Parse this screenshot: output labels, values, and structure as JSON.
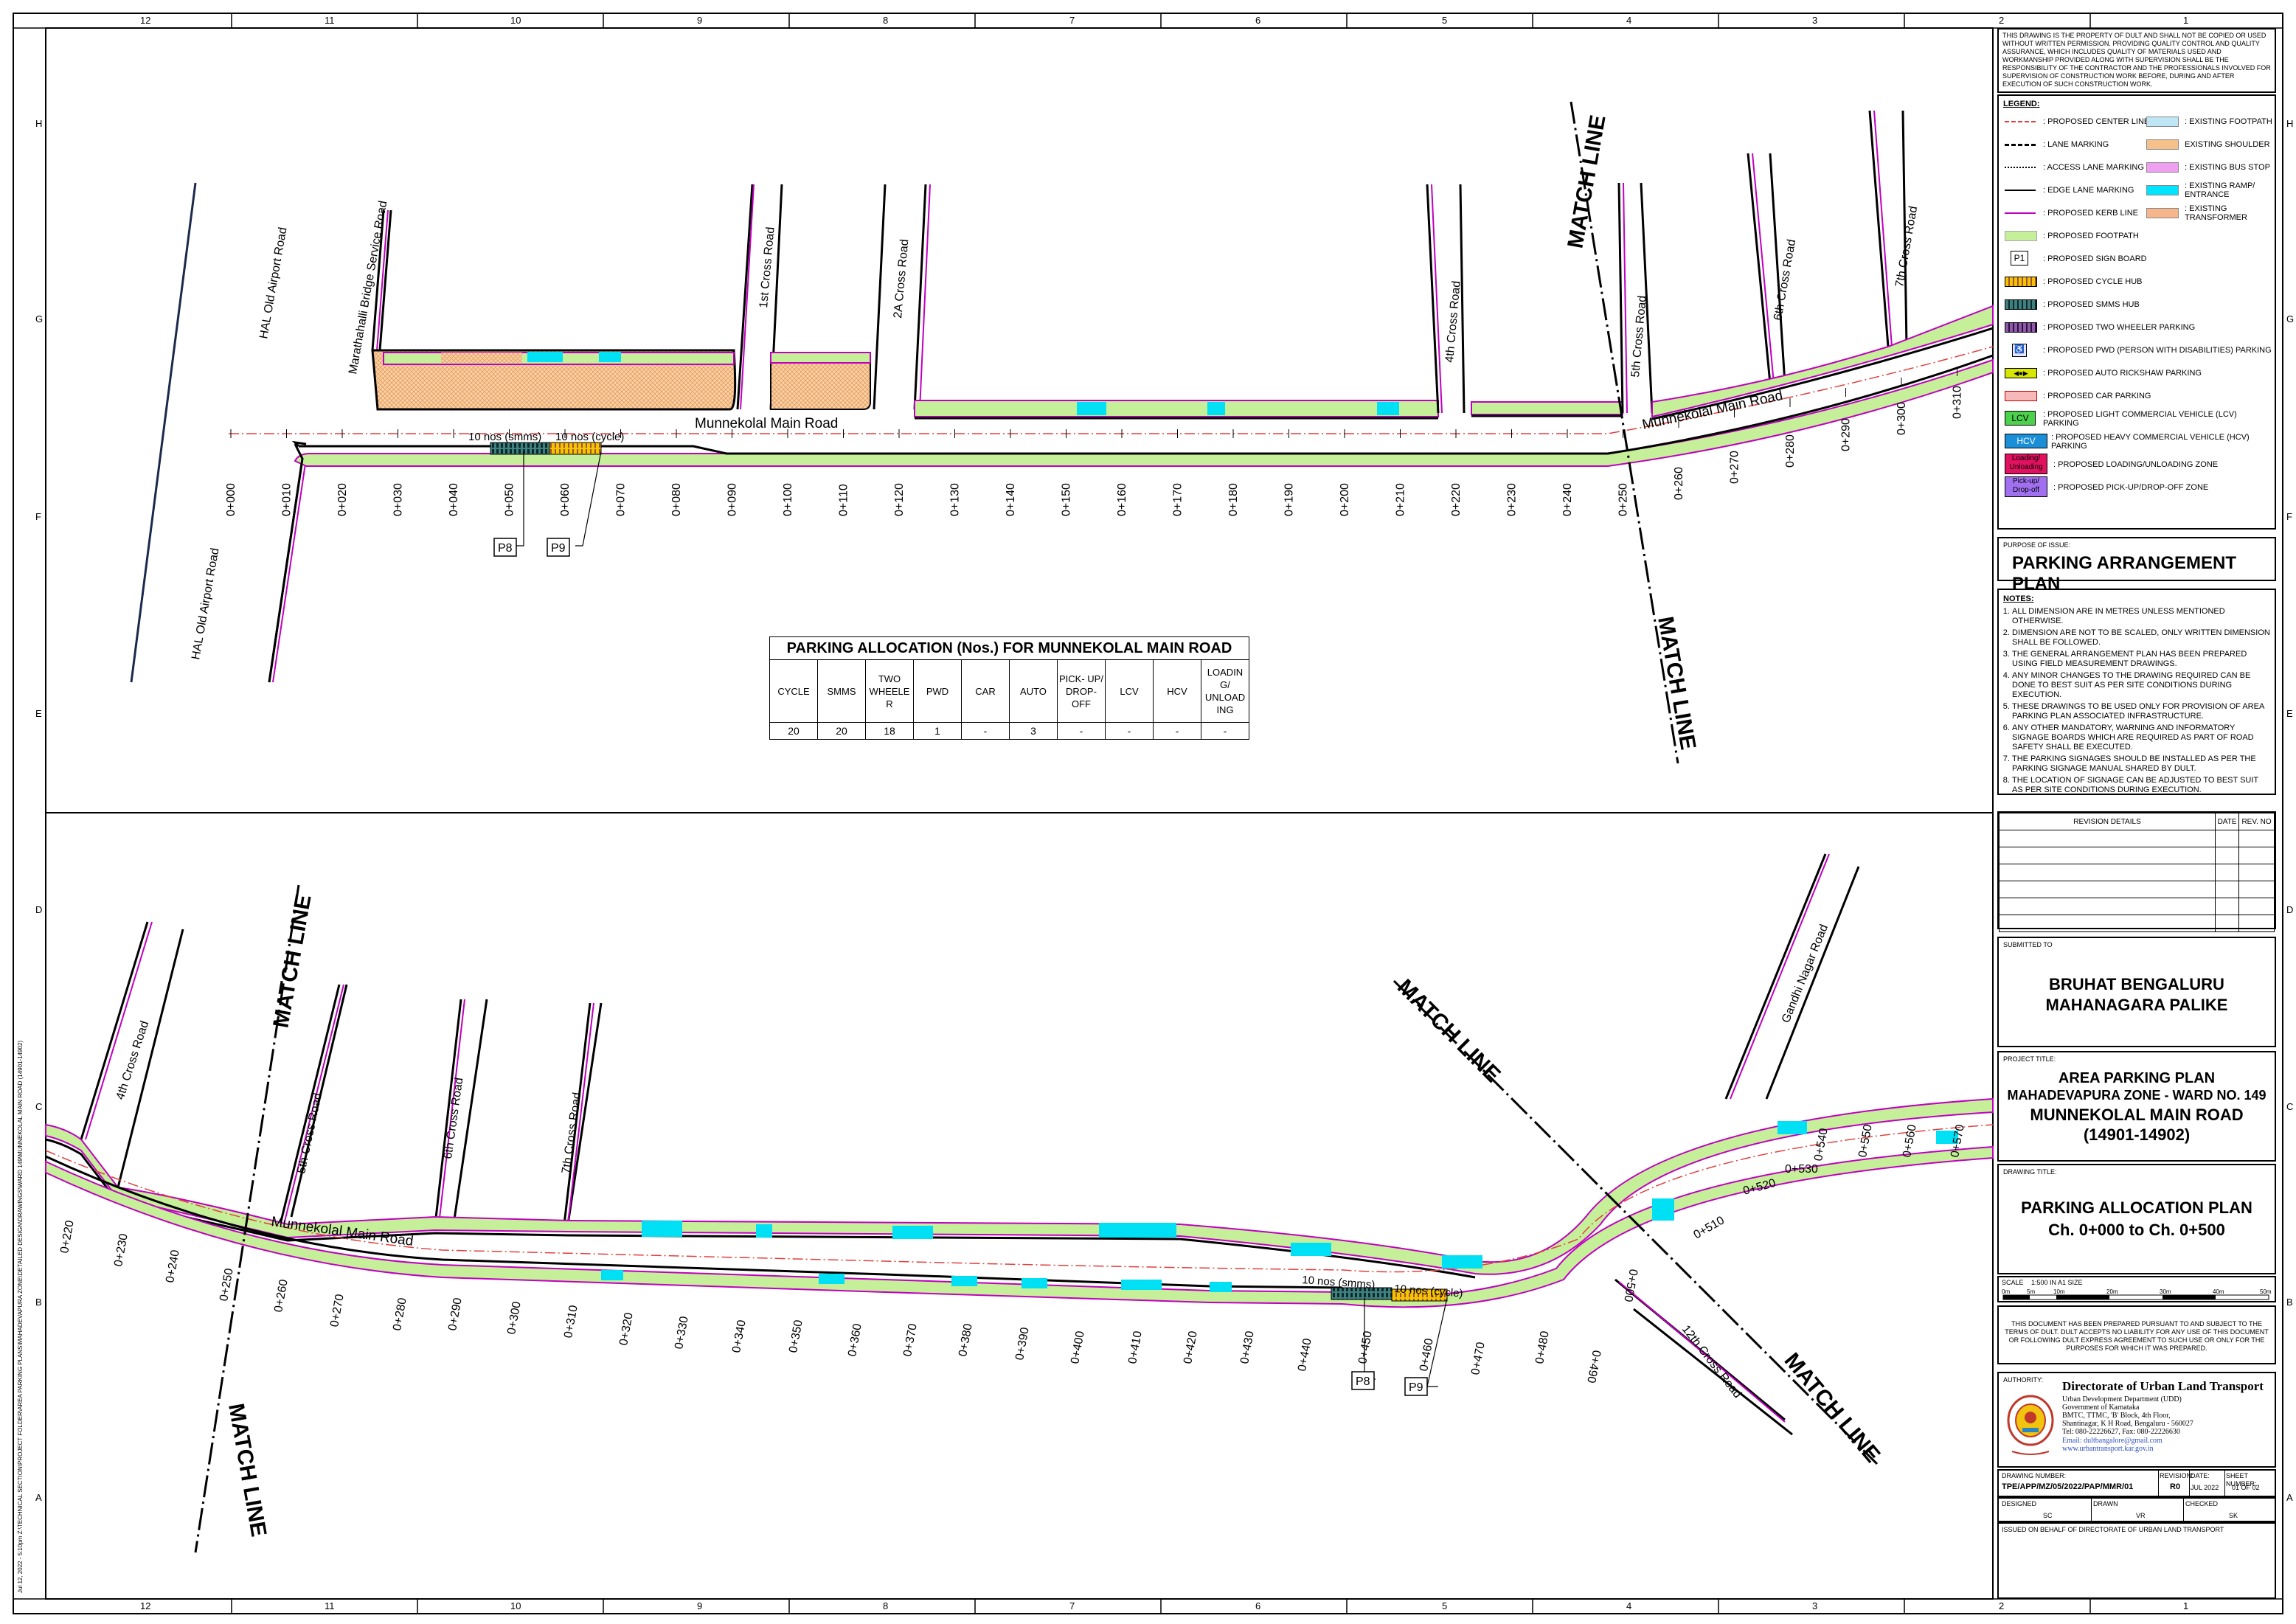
{
  "grid": {
    "columns": [
      "12",
      "11",
      "10",
      "9",
      "8",
      "7",
      "6",
      "5",
      "4",
      "3",
      "2",
      "1"
    ],
    "rows": [
      "H",
      "G",
      "F",
      "E",
      "D",
      "C",
      "B",
      "A"
    ]
  },
  "plan_top": {
    "roads": [
      {
        "id": "hal1",
        "label": "HAL Old Airport Road"
      },
      {
        "id": "hal2",
        "label": "HAL Old Airport Road"
      },
      {
        "id": "marathahalli",
        "label": "Marathahalli Bridge Service Road"
      },
      {
        "id": "cross1",
        "label": "1st Cross Road"
      },
      {
        "id": "cross2a",
        "label": "2A Cross Road"
      },
      {
        "id": "cross4",
        "label": "4th Cross Road"
      },
      {
        "id": "cross5",
        "label": "5th Cross Road"
      },
      {
        "id": "cross6",
        "label": "6th Cross Road"
      },
      {
        "id": "cross7",
        "label": "7th Cross Road"
      },
      {
        "id": "main1",
        "label": "Munnekolal Main Road"
      },
      {
        "id": "main2",
        "label": "Munnekolal Main Road"
      }
    ],
    "chainages": [
      "0+000",
      "0+010",
      "0+020",
      "0+030",
      "0+040",
      "0+050",
      "0+060",
      "0+070",
      "0+080",
      "0+090",
      "0+100",
      "0+110",
      "0+120",
      "0+130",
      "0+140",
      "0+150",
      "0+160",
      "0+170",
      "0+180",
      "0+190",
      "0+200",
      "0+210",
      "0+220",
      "0+230",
      "0+240",
      "0+250",
      "0+260",
      "0+270",
      "0+280",
      "0+290",
      "0+300",
      "0+310"
    ],
    "hub_labels": {
      "smms": "10 nos (smms)",
      "cycle": "10 nos (cycle)"
    },
    "signs": [
      "P8",
      "P9"
    ],
    "match_line": "MATCH LINE"
  },
  "plan_bottom": {
    "roads": [
      {
        "id": "b_cross4",
        "label": "4th Cross Road"
      },
      {
        "id": "b_cross5",
        "label": "5th Cross Road"
      },
      {
        "id": "b_cross6",
        "label": "6th Cross Road"
      },
      {
        "id": "b_cross7",
        "label": "7th Cross Road"
      },
      {
        "id": "b_main",
        "label": "Munnekolal Main Road"
      },
      {
        "id": "gandhi",
        "label": "Gandhi Nagar Road"
      },
      {
        "id": "cross12",
        "label": "12th Cross Road"
      }
    ],
    "chainages": [
      "0+220",
      "0+230",
      "0+240",
      "0+250",
      "0+260",
      "0+270",
      "0+280",
      "0+290",
      "0+300",
      "0+310",
      "0+320",
      "0+330",
      "0+340",
      "0+350",
      "0+360",
      "0+370",
      "0+380",
      "0+390",
      "0+400",
      "0+410",
      "0+420",
      "0+430",
      "0+440",
      "0+450",
      "0+460",
      "0+470",
      "0+480",
      "0+490",
      "0+500",
      "0+510",
      "0+520",
      "0+530",
      "0+540",
      "0+550",
      "0+560",
      "0+570"
    ],
    "hub_labels": {
      "smms": "10 nos (smms)",
      "cycle": "10 nos (cycle)"
    },
    "signs": [
      "P8",
      "P9"
    ],
    "match_line": "MATCH LINE"
  },
  "allocation_table": {
    "title": "PARKING ALLOCATION (Nos.) FOR MUNNEKOLAL MAIN ROAD",
    "headers": [
      "CYCLE",
      "SMMS",
      "TWO WHEELE R",
      "PWD",
      "CAR",
      "AUTO",
      "PICK- UP/ DROP- OFF",
      "LCV",
      "HCV",
      "LOADIN G/ UNLOAD ING"
    ],
    "values": [
      "20",
      "20",
      "18",
      "1",
      "-",
      "3",
      "-",
      "-",
      "-",
      "-"
    ]
  },
  "panel": {
    "disclaimer": "THIS DRAWING IS THE PROPERTY OF DULT AND SHALL NOT BE COPIED OR USED WITHOUT WRITTEN PERMISSION. PROVIDING QUALITY CONTROL AND QUALITY ASSURANCE, WHICH INCLUDES QUALITY OF MATERIALS USED AND WORKMANSHIP PROVIDED ALONG WITH SUPERVISION SHALL BE THE RESPONSIBILITY OF THE CONTRACTOR AND THE PROFESSIONALS INVOLVED FOR SUPERVISION OF CONSTRUCTION WORK BEFORE, DURING AND AFTER EXECUTION OF SUCH CONSTRUCTION WORK.",
    "legend_title": "LEGEND:",
    "legend_left": [
      {
        "text": ": PROPOSED CENTER LINE",
        "sym": "centerline"
      },
      {
        "text": ": LANE MARKING",
        "sym": "lane"
      },
      {
        "text": ": ACCESS LANE MARKING",
        "sym": "access"
      },
      {
        "text": ": EDGE LANE MARKING",
        "sym": "edge"
      },
      {
        "text": ": PROPOSED KERB LINE",
        "sym": "kerb"
      },
      {
        "text": ": PROPOSED FOOTPATH",
        "sym": "footpath"
      },
      {
        "text": ": PROPOSED SIGN BOARD",
        "sym": "sign",
        "label": "P1"
      },
      {
        "text": ": PROPOSED CYCLE HUB",
        "sym": "cycle"
      },
      {
        "text": ": PROPOSED SMMS HUB",
        "sym": "smms"
      },
      {
        "text": ": PROPOSED TWO WHEELER PARKING",
        "sym": "twowheeler"
      },
      {
        "text": ": PROPOSED PWD (PERSON WITH DISABILITIES) PARKING",
        "sym": "pwd"
      },
      {
        "text": ": PROPOSED AUTO RICKSHAW PARKING",
        "sym": "auto"
      },
      {
        "text": ": PROPOSED CAR PARKING",
        "sym": "car"
      },
      {
        "text": ": PROPOSED LIGHT COMMERCIAL VEHICLE (LCV) PARKING",
        "sym": "lcv",
        "label": "LCV"
      },
      {
        "text": ": PROPOSED HEAVY COMMERCIAL VEHICLE (HCV) PARKING",
        "sym": "hcv",
        "label": "HCV"
      },
      {
        "text": ": PROPOSED LOADING/UNLOADING ZONE",
        "sym": "loading",
        "label": "Loading/ Unloading"
      },
      {
        "text": ": PROPOSED PICK-UP/DROP-OFF ZONE",
        "sym": "pickup",
        "label": "Pick-up/ Drop-off"
      }
    ],
    "legend_right": [
      {
        "text": ": EXISTING FOOTPATH",
        "sym": "ex_footpath"
      },
      {
        "text": "EXISTING SHOULDER",
        "sym": "ex_shoulder"
      },
      {
        "text": ": EXISTING BUS STOP",
        "sym": "ex_busstop"
      },
      {
        "text": ": EXISTING RAMP/ ENTRANCE",
        "sym": "ex_ramp"
      },
      {
        "text": ": EXISTING TRANSFORMER",
        "sym": "ex_transformer"
      }
    ],
    "purpose_label": "PURPOSE OF ISSUE:",
    "purpose": "PARKING ARRANGEMENT PLAN",
    "notes_title": "NOTES:",
    "notes": [
      "ALL DIMENSION ARE IN METRES UNLESS MENTIONED OTHERWISE.",
      "DIMENSION ARE NOT TO BE SCALED, ONLY WRITTEN DIMENSION SHALL BE FOLLOWED.",
      "THE GENERAL ARRANGEMENT PLAN HAS BEEN PREPARED USING FIELD MEASUREMENT DRAWINGS.",
      "ANY MINOR CHANGES TO THE DRAWING REQUIRED CAN BE DONE TO BEST SUIT AS PER SITE CONDITIONS DURING EXECUTION.",
      "THESE DRAWINGS TO BE USED ONLY FOR PROVISION OF AREA PARKING PLAN ASSOCIATED INFRASTRUCTURE.",
      "ANY OTHER MANDATORY, WARNING AND INFORMATORY SIGNAGE BOARDS WHICH ARE REQUIRED AS PART OF ROAD SAFETY SHALL BE EXECUTED.",
      "THE PARKING SIGNAGES SHOULD BE INSTALLED AS PER THE PARKING SIGNAGE MANUAL SHARED BY DULT.",
      "THE LOCATION OF SIGNAGE CAN BE ADJUSTED TO BEST SUIT AS PER SITE CONDITIONS DURING EXECUTION."
    ],
    "revision_header": "REVISION DETAILS",
    "revision_date": "DATE",
    "revision_no": "REV. NO",
    "submitted_label": "SUBMITTED TO",
    "submitted_line1": "BRUHAT BENGALURU",
    "submitted_line2": "MAHANAGARA PALIKE",
    "project_label": "PROJECT TITLE:",
    "project_line1": "AREA PARKING PLAN",
    "project_line2": "MAHADEVAPURA ZONE - WARD NO. 149",
    "project_line3": "MUNNEKOLAL MAIN ROAD",
    "project_line4": "(14901-14902)",
    "drawing_label": "DRAWING TITLE:",
    "drawing_line1": "PARKING ALLOCATION PLAN",
    "drawing_line2": "Ch. 0+000 to Ch. 0+500",
    "scale_label": "SCALE",
    "scale_value": "1:500  IN  A1  SIZE",
    "scale_ticks": [
      "0m",
      "5m",
      "10m",
      "20m",
      "30m",
      "40m",
      "50m"
    ],
    "prepared_note": "THIS DOCUMENT HAS BEEN PREPARED PURSUANT TO AND SUBJECT TO THE TERMS OF DULT. DULT ACCEPTS NO LIABILITY FOR ANY USE OF THIS DOCUMENT OR FOLLOWING DULT EXPRESS AGREEMENT TO SUCH USE OR ONLY FOR THE PURPOSES FOR WHICH IT WAS PREPARED.",
    "authority_label": "AUTHORITY:",
    "authority_name": "Directorate of Urban Land Transport",
    "authority_lines": [
      "Urban Development Department (UDD)",
      "Government of Karnataka",
      "BMTC, TTMC, 'B' Block, 4th Floor,",
      "Shantinagar, K H Road, Bengaluru - 560027",
      "Tel: 080-22226627, Fax: 080-22226630"
    ],
    "authority_email": "Email: dultbangalore@gmail.com",
    "authority_web": "www.urbantransport.kar.gov.in",
    "drawing_number_label": "DRAWING NUMBER:",
    "drawing_number": "TPE/APP/MZ/05/2022/PAP/MMR/01",
    "revision_label": "REVISION:",
    "revision": "R0",
    "date_label": "DATE:",
    "date": "JUL 2022",
    "sheet_label": "SHEET NUMBER:",
    "sheet": "01 OF 02",
    "designed_label": "DESIGNED",
    "designed": "SC",
    "drawn_label": "DRAWN",
    "drawn": "VR",
    "checked_label": "CHECKED",
    "checked": "SK",
    "issued": "ISSUED ON BEHALF OF DIRECTORATE OF URBAN LAND TRANSPORT"
  },
  "side_text": "Jul 12, 2022 - 5:10pm  Z:\\TECHNICAL SECTION\\PROJECT FOLDER\\AREA PARKING PLANS\\MAHADEVAPURA ZONE\\DETAILED DESIGN\\DRAWINGS\\WARD 149\\MUNNEKOLAL MAIN ROAD (14901-14902)",
  "colors": {
    "footpath": "#c6ef9a",
    "kerb": "#c000c0",
    "shoulder": "#f6c08a",
    "bus_stop": "#f0a0f0",
    "ramp": "#00e5ff",
    "smms": "#2f6f6f",
    "cycle": "#f5c400",
    "centerline": "#e04040"
  }
}
